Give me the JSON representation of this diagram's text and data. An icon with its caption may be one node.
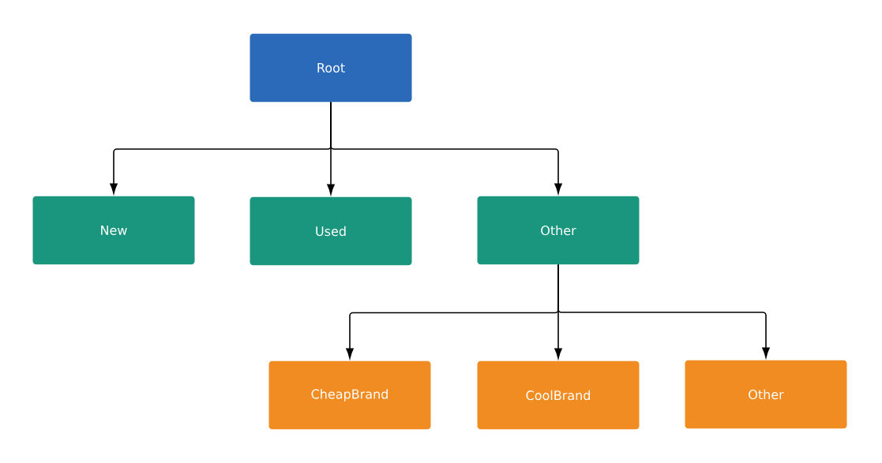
{
  "diagram": {
    "nodes": [
      {
        "text": [
          "Root"
        ]
      },
      {
        "text": [
          "New"
        ]
      },
      {
        "text": [
          "Used"
        ]
      },
      {
        "text": [
          "Other"
        ]
      },
      {
        "text": [
          "CheapBrand"
        ]
      },
      {
        "text": [
          "CoolBrand"
        ]
      },
      {
        "text": [
          "Other"
        ]
      }
    ],
    "edges": [
      {
        "from": 0,
        "to": 1,
        "arrow": "to"
      },
      {
        "from": 0,
        "to": 2,
        "arrow": "to"
      },
      {
        "from": 0,
        "to": 3,
        "arrow": "to"
      },
      {
        "from": 3,
        "to": 4,
        "arrow": "to"
      },
      {
        "from": 3,
        "to": 5,
        "arrow": "to"
      },
      {
        "from": 3,
        "to": 6,
        "arrow": "to"
      }
    ]
  }
}
